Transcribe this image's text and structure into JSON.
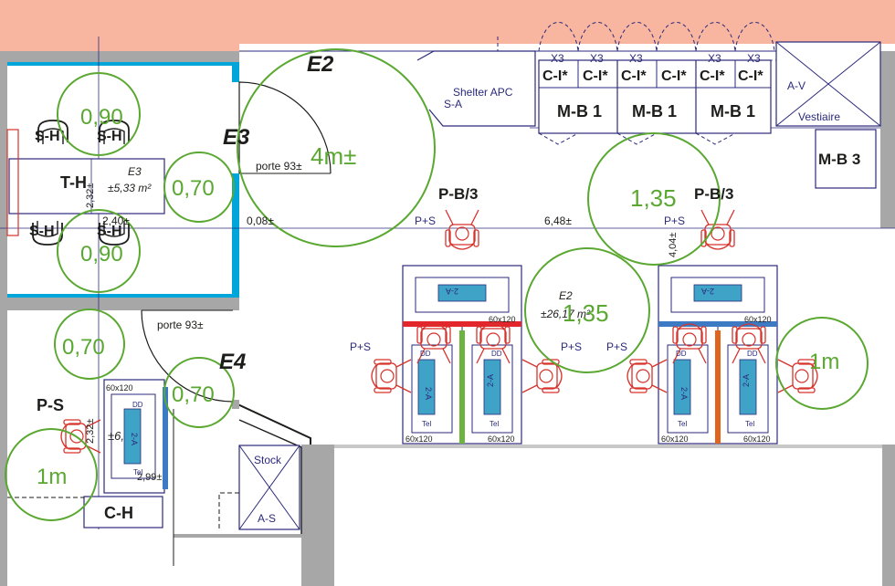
{
  "colors": {
    "exterior": "#f8b6a0",
    "wall_gray": "#a7a7a7",
    "wall_blue": "#00a5d9",
    "line_navy": "#2b2a7a",
    "chair_red": "#d6322b",
    "desk_fill": "#3fa3c8",
    "clearance_green": "#5aa831",
    "divider_red": "#e3262b",
    "divider_blue": "#3c7ac4",
    "divider_green": "#6cb43f",
    "divider_orange": "#e1641e"
  },
  "zones": {
    "E2": "E2",
    "E3": "E3",
    "E4": "E4",
    "E2_detail": "E2",
    "E2_area": "±26,17 m²",
    "E3_detail": "E3",
    "E3_area": "±5,33 m²",
    "E4_area": "±6,"
  },
  "rooms": {
    "T_H": "T-H",
    "S_H": "S-H",
    "P_S": "P-S",
    "C_H": "C-H",
    "M_B_3": "M-B 3",
    "M_B_1": "M-B 1",
    "A_V": "A-V",
    "Vestiaire": "Vestiaire",
    "shelter": "Shelter APC",
    "S_A": "S-A",
    "stock": "Stock",
    "A_S": "A-S",
    "P_B3": "P-B/3"
  },
  "cabinet": {
    "x3": "X3",
    "ci": "C-I*"
  },
  "clearances": {
    "c090": "0,90",
    "c070": "0,70",
    "c135": "1,35",
    "c4m": "4m±",
    "c1m": "1m"
  },
  "doors": {
    "porte": "porte 93±"
  },
  "dims": {
    "d232": "2,32±",
    "d240": "2,40±",
    "d008": "0,08±",
    "d648": "6,48±",
    "d404": "4,04±",
    "d299": "2,99±",
    "d60x120": "60x120"
  },
  "furniture": {
    "ps": "P+S",
    "dd": "DD",
    "tel": "Tel",
    "two_a": "2-A"
  }
}
